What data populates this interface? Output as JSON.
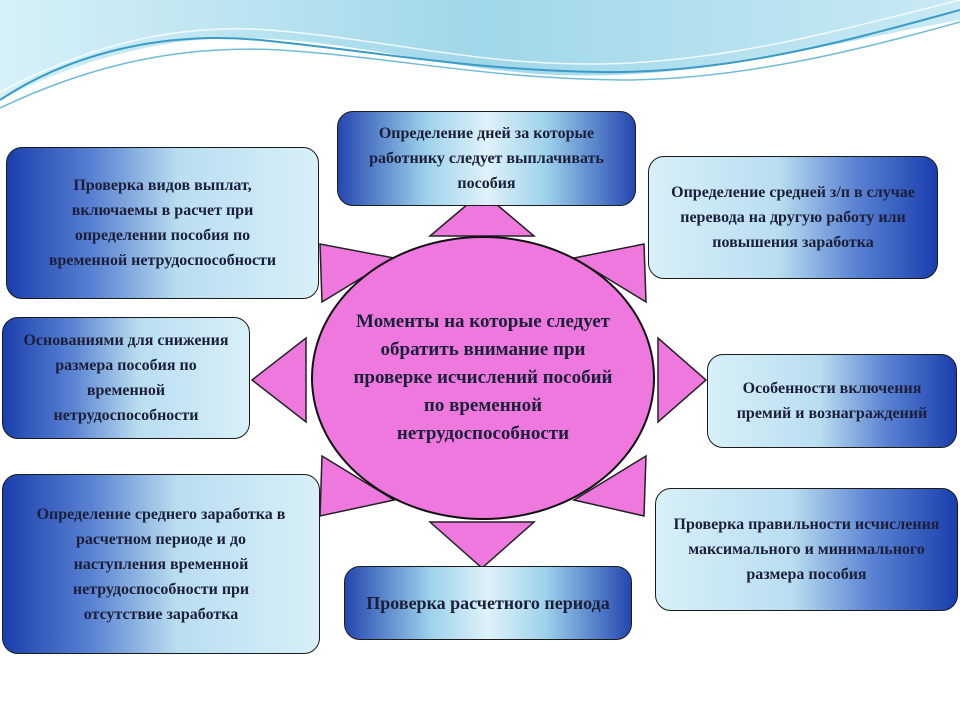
{
  "colors": {
    "center_fill": "#ee78de",
    "arrow_fill": "#ee78de",
    "box_dark": "#1a3fae",
    "box_light": "#d8f0f8"
  },
  "center": "Моменты на которые следует обратить внимание при проверке исчислений пособий по временной нетрудоспособности",
  "boxes": {
    "top": "Определение дней за которые работнику следует выплачивать пособия",
    "top_left": "Проверка видов выплат, включаемы в расчет при определении пособия по временной нетрудоспособности",
    "top_right": "Определение средней з/п в случае перевода на другую работу или повышения заработка",
    "left": "Основаниями для снижения размера пособия по временной нетрудоспособности",
    "right": "Особенности включения премий и вознаграждений",
    "bottom_left": "Определение среднего заработка в расчетном периоде и до наступления временной нетрудоспособности при отсутствие заработка",
    "bottom_right": "Проверка правильности исчисления максимального и минимального размера пособия",
    "bottom": "Проверка расчетного периода"
  }
}
